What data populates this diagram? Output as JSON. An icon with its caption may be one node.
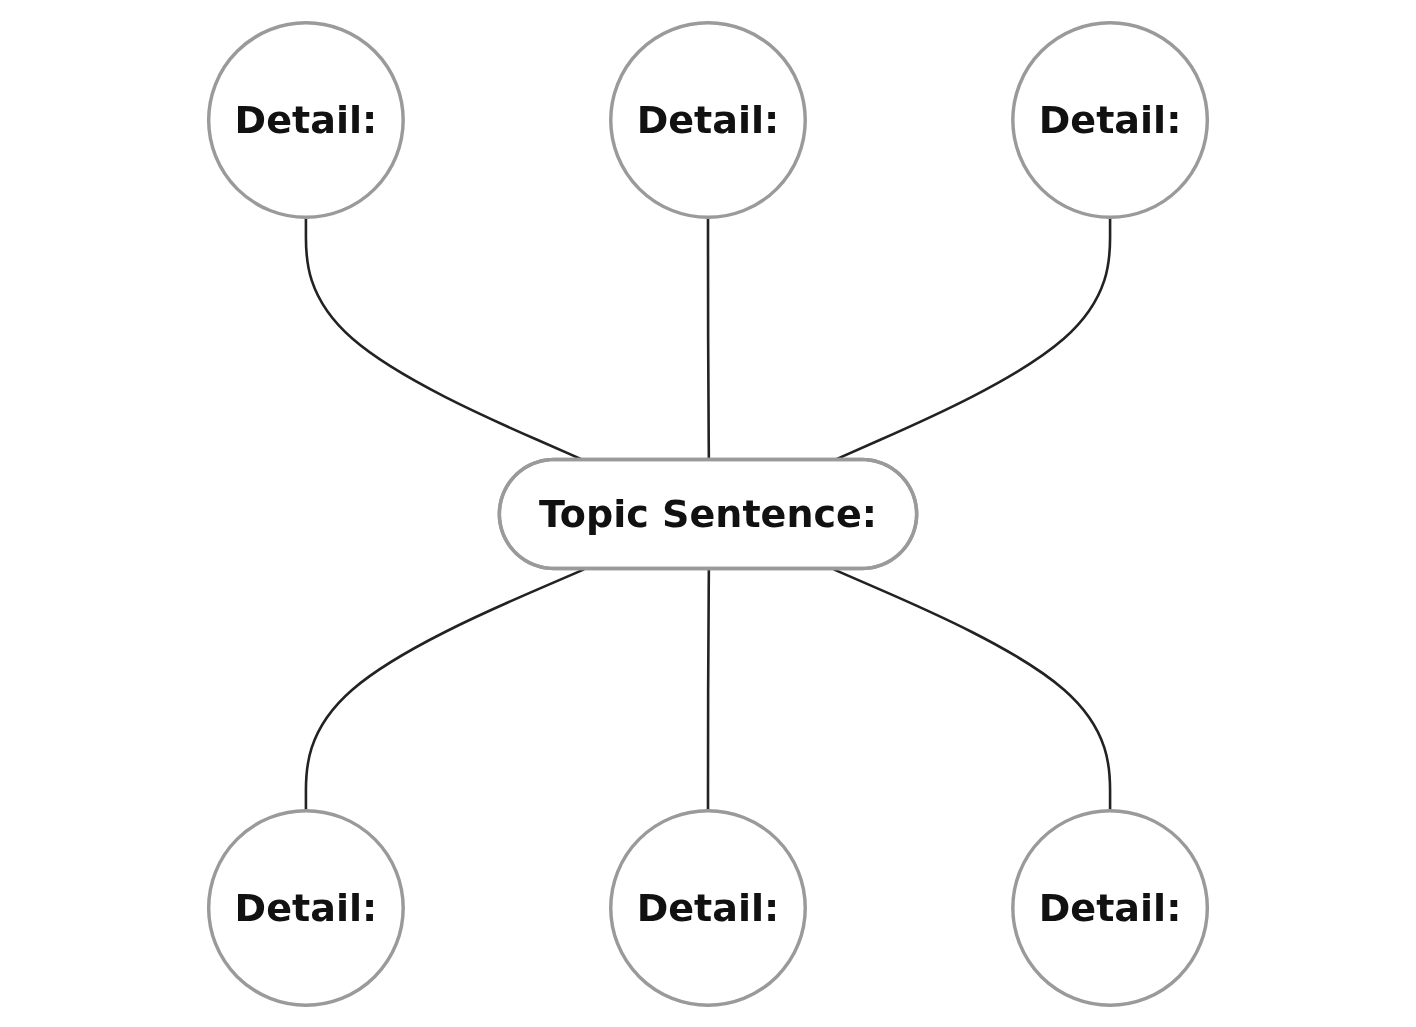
{
  "diagram": {
    "nodes": [
      {
        "text": [
          "Detail:"
        ]
      },
      {
        "text": [
          "Detail:"
        ]
      },
      {
        "text": [
          "Detail:"
        ]
      },
      {
        "text": [
          "Topic Sentence:"
        ]
      },
      {
        "text": [
          "Detail:"
        ]
      },
      {
        "text": [
          "Detail:"
        ]
      },
      {
        "text": [
          "Detail:"
        ]
      }
    ],
    "edges": [
      {
        "from": 0,
        "to": 3,
        "arrow": "none"
      },
      {
        "from": 1,
        "to": 3,
        "arrow": "none"
      },
      {
        "from": 2,
        "to": 3,
        "arrow": "none"
      },
      {
        "from": 3,
        "to": 4,
        "arrow": "none"
      },
      {
        "from": 3,
        "to": 5,
        "arrow": "none"
      },
      {
        "from": 3,
        "to": 6,
        "arrow": "none"
      }
    ]
  }
}
